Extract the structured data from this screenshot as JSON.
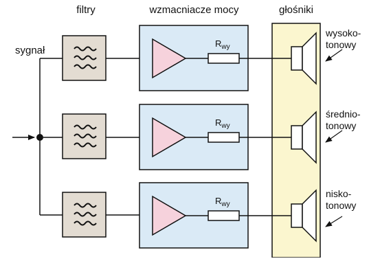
{
  "headers": {
    "filters": "filtry",
    "amplifiers": "wzmacniacze mocy",
    "speakers": "głośniki"
  },
  "input_label": "sygnał",
  "resistor": {
    "symbol": "R",
    "subscript": "wy"
  },
  "speakers": [
    {
      "line1": "wysoko-",
      "line2": "tonowy"
    },
    {
      "line1": "średnio-",
      "line2": "tonowy"
    },
    {
      "line1": "nisko-",
      "line2": "tonowy"
    }
  ],
  "colors": {
    "filter_fill": "#e3dcd2",
    "amp_box_fill": "#daeaf6",
    "triangle_fill": "#f6d2dc",
    "speaker_band_fill": "#fbf6cf",
    "line": "#111111"
  },
  "icons": {
    "filter": "sine-waves-icon",
    "amplifier": "triangle-amplifier-icon",
    "resistor": "resistor-icon",
    "speaker": "speaker-cone-icon",
    "junction": "junction-dot-icon",
    "input_arrow": "arrow-right-icon"
  }
}
